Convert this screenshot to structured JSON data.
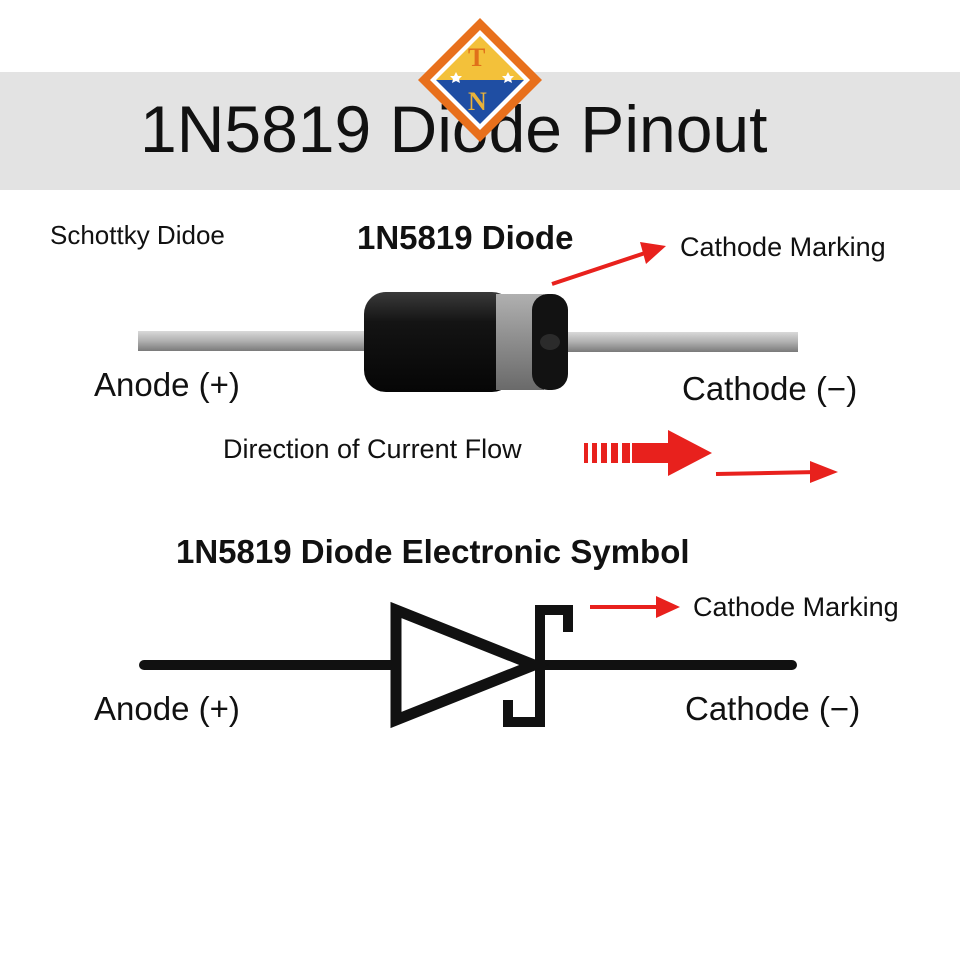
{
  "header": {
    "title": "1N5819 Diode Pinout",
    "logo": {
      "letters": [
        "T",
        "N"
      ],
      "colors": {
        "outer": "#e8701c",
        "inner_top": "#f3c13a",
        "inner_bottom": "#1f4ea3",
        "stars": "#ffffff"
      }
    }
  },
  "photo_section": {
    "type_label": "Schottky Didoe",
    "heading": "1N5819 Diode",
    "cathode_marking_label": "Cathode Marking",
    "anode_label": "Anode (+)",
    "cathode_label": "Cathode (−)",
    "current_flow_label": "Direction of Current Flow"
  },
  "symbol_section": {
    "heading": "1N5819 Diode Electronic Symbol",
    "cathode_marking_label": "Cathode Marking",
    "anode_label": "Anode (+)",
    "cathode_label": "Cathode (−)"
  },
  "colors": {
    "arrow_red": "#e8211d",
    "body_black": "#141414",
    "band_grey": "#8c8c8c",
    "title_band": "#e3e3e3"
  }
}
